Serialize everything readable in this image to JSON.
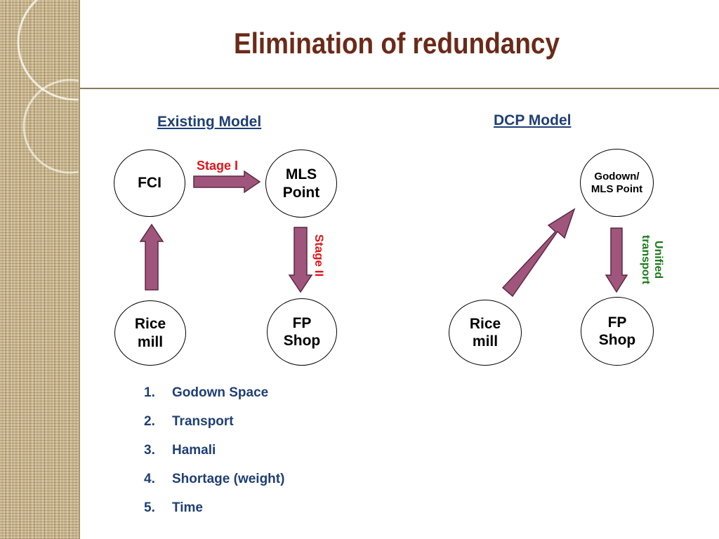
{
  "slide": {
    "title": "Elimination of redundancy"
  },
  "existing_model": {
    "heading": "Existing Model",
    "nodes": {
      "fci": "FCI",
      "mls_point": "MLS\nPoint",
      "rice_mill": "Rice\nmill",
      "fp_shop": "FP\nShop"
    },
    "stage_one": "Stage I",
    "stage_two": "Stage II"
  },
  "dcp_model": {
    "heading": "DCP Model",
    "nodes": {
      "godown": "Godown/\nMLS Point",
      "rice_mill": "Rice\nmill",
      "fp_shop": "FP\nShop"
    },
    "unified_transport": "Unified\ntransport"
  },
  "issues": [
    {
      "number": "1.",
      "text": "Godown Space"
    },
    {
      "number": "2.",
      "text": "Transport"
    },
    {
      "number": "3.",
      "text": "Hamali"
    },
    {
      "number": "4.",
      "text": "Shortage (weight)"
    },
    {
      "number": "5.",
      "text": "Time"
    }
  ],
  "colors": {
    "title": "#6b2a18",
    "heading": "#1f3f74",
    "arrow_fill": "#a0557c",
    "stage_label": "#e3151a",
    "unified_label": "#1a7a1a"
  }
}
